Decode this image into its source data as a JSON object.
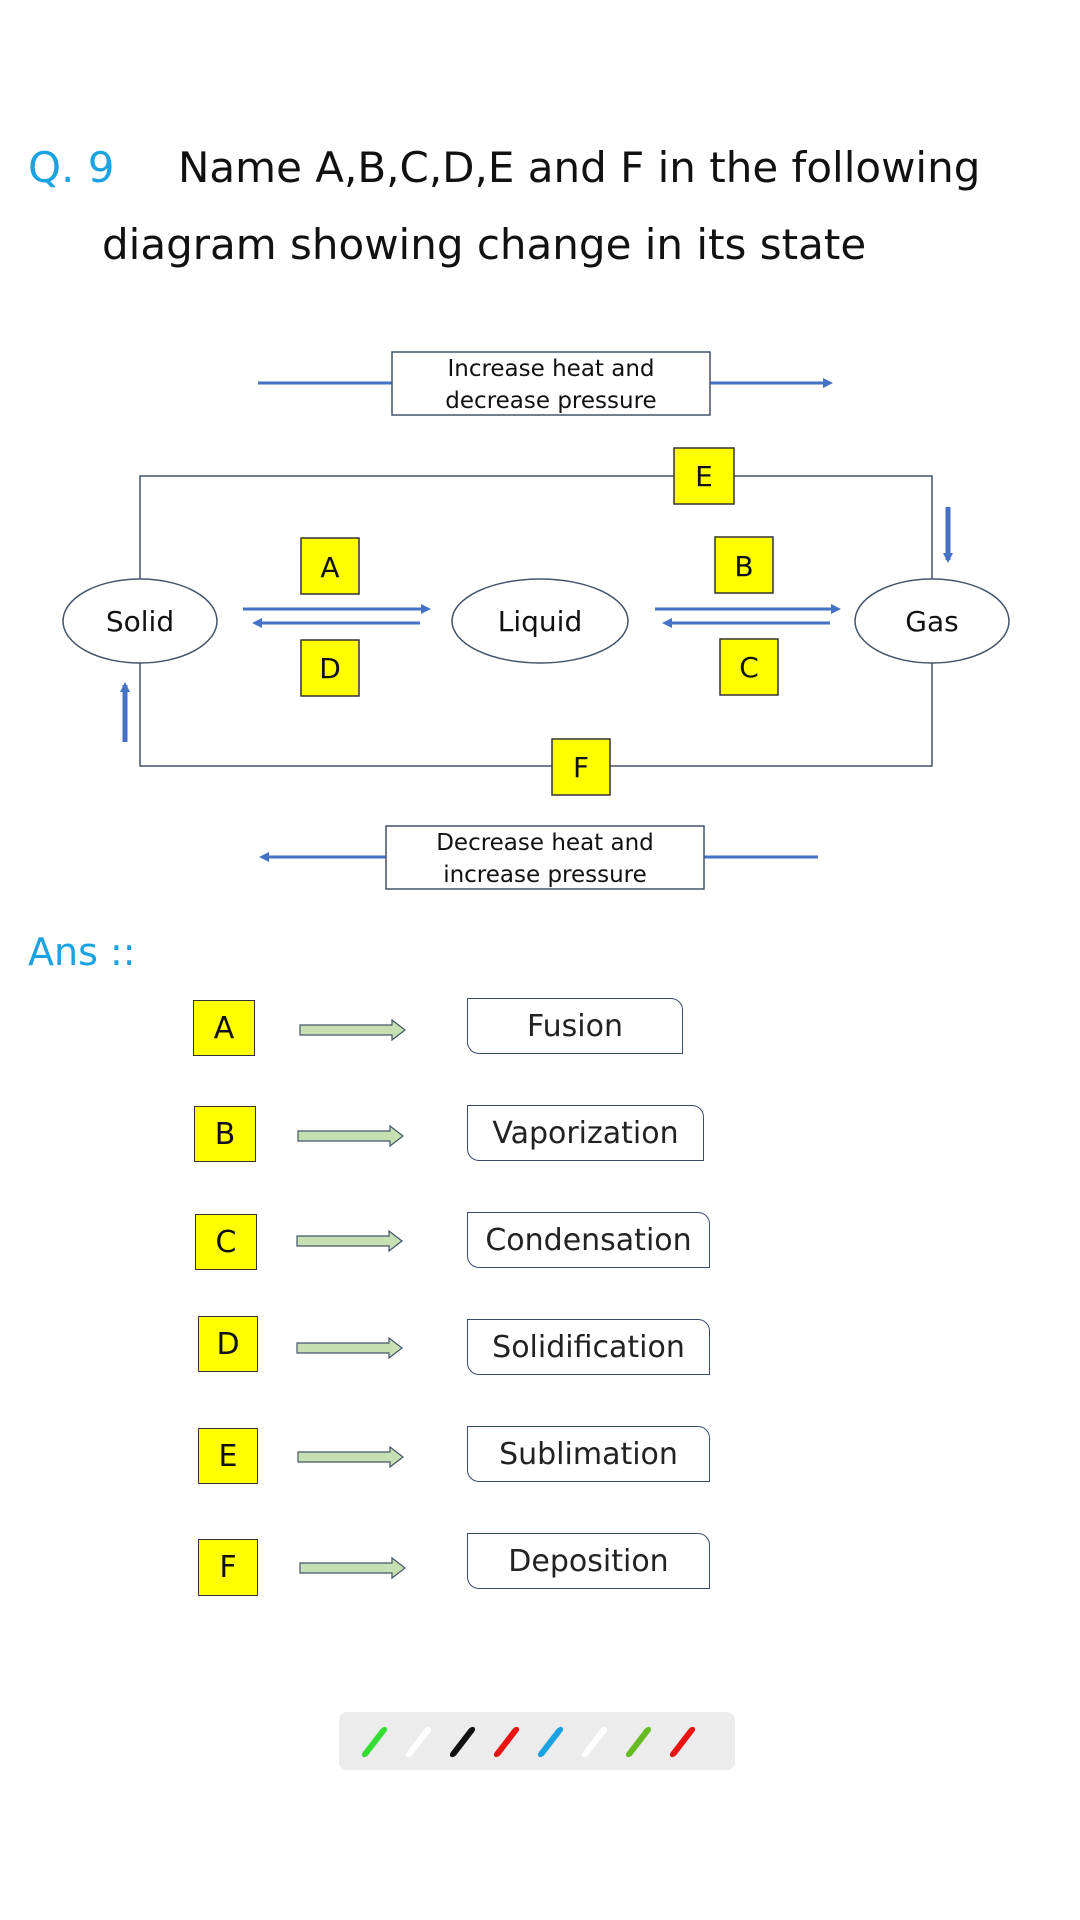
{
  "question": {
    "number": "Q.  9",
    "text_line1": "Name A,B,C,D,E and F in the following",
    "text_line2": "diagram showing change in its state"
  },
  "diagram": {
    "top_label_line1": "Increase heat and",
    "top_label_line2": "decrease pressure",
    "bottom_label_line1": "Decrease heat and",
    "bottom_label_line2": "increase pressure",
    "states": {
      "solid": "Solid",
      "liquid": "Liquid",
      "gas": "Gas"
    },
    "letters": {
      "a": "A",
      "b": "B",
      "c": "C",
      "d": "D",
      "e": "E",
      "f": "F"
    },
    "colors": {
      "arrow": "#4472C4",
      "box": "#FFFF00",
      "outline": "#44546A"
    }
  },
  "answers": {
    "label": "Ans ::",
    "items": [
      {
        "letter": "A",
        "answer": "Fusion"
      },
      {
        "letter": "B",
        "answer": "Vaporization"
      },
      {
        "letter": "C",
        "answer": "Condensation"
      },
      {
        "letter": "D",
        "answer": "Solidification"
      },
      {
        "letter": "E",
        "answer": "Sublimation"
      },
      {
        "letter": "F",
        "answer": "Deposition"
      }
    ]
  },
  "pen_toolbar": {
    "colors": [
      "#33dd33",
      "#ffffff",
      "#111111",
      "#ee1111",
      "#1aa3e0",
      "#ffffff",
      "#66bb22",
      "#ee1111"
    ]
  }
}
